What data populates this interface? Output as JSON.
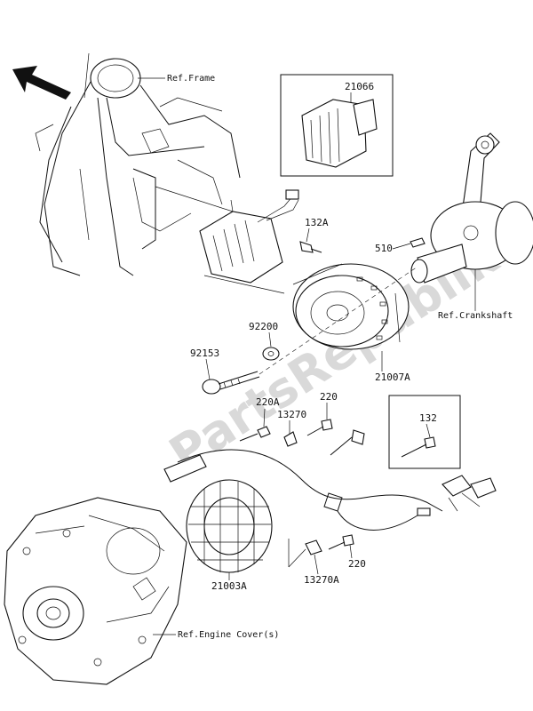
{
  "watermark": "PartsRepublik",
  "references": {
    "frame": "Ref.Frame",
    "crankshaft": "Ref.Crankshaft",
    "engine_cover": "Ref.Engine Cover(s)"
  },
  "parts": {
    "p21066": "21066",
    "p132A": "132A",
    "p510": "510",
    "p92200": "92200",
    "p92153": "92153",
    "p21007A": "21007A",
    "p220A": "220A",
    "p13270": "13270",
    "p220_top": "220",
    "p132": "132",
    "p21003A": "21003A",
    "p13270A": "13270A",
    "p220_bottom": "220"
  },
  "icons": {
    "front_arrow": "direction-arrow-icon"
  }
}
